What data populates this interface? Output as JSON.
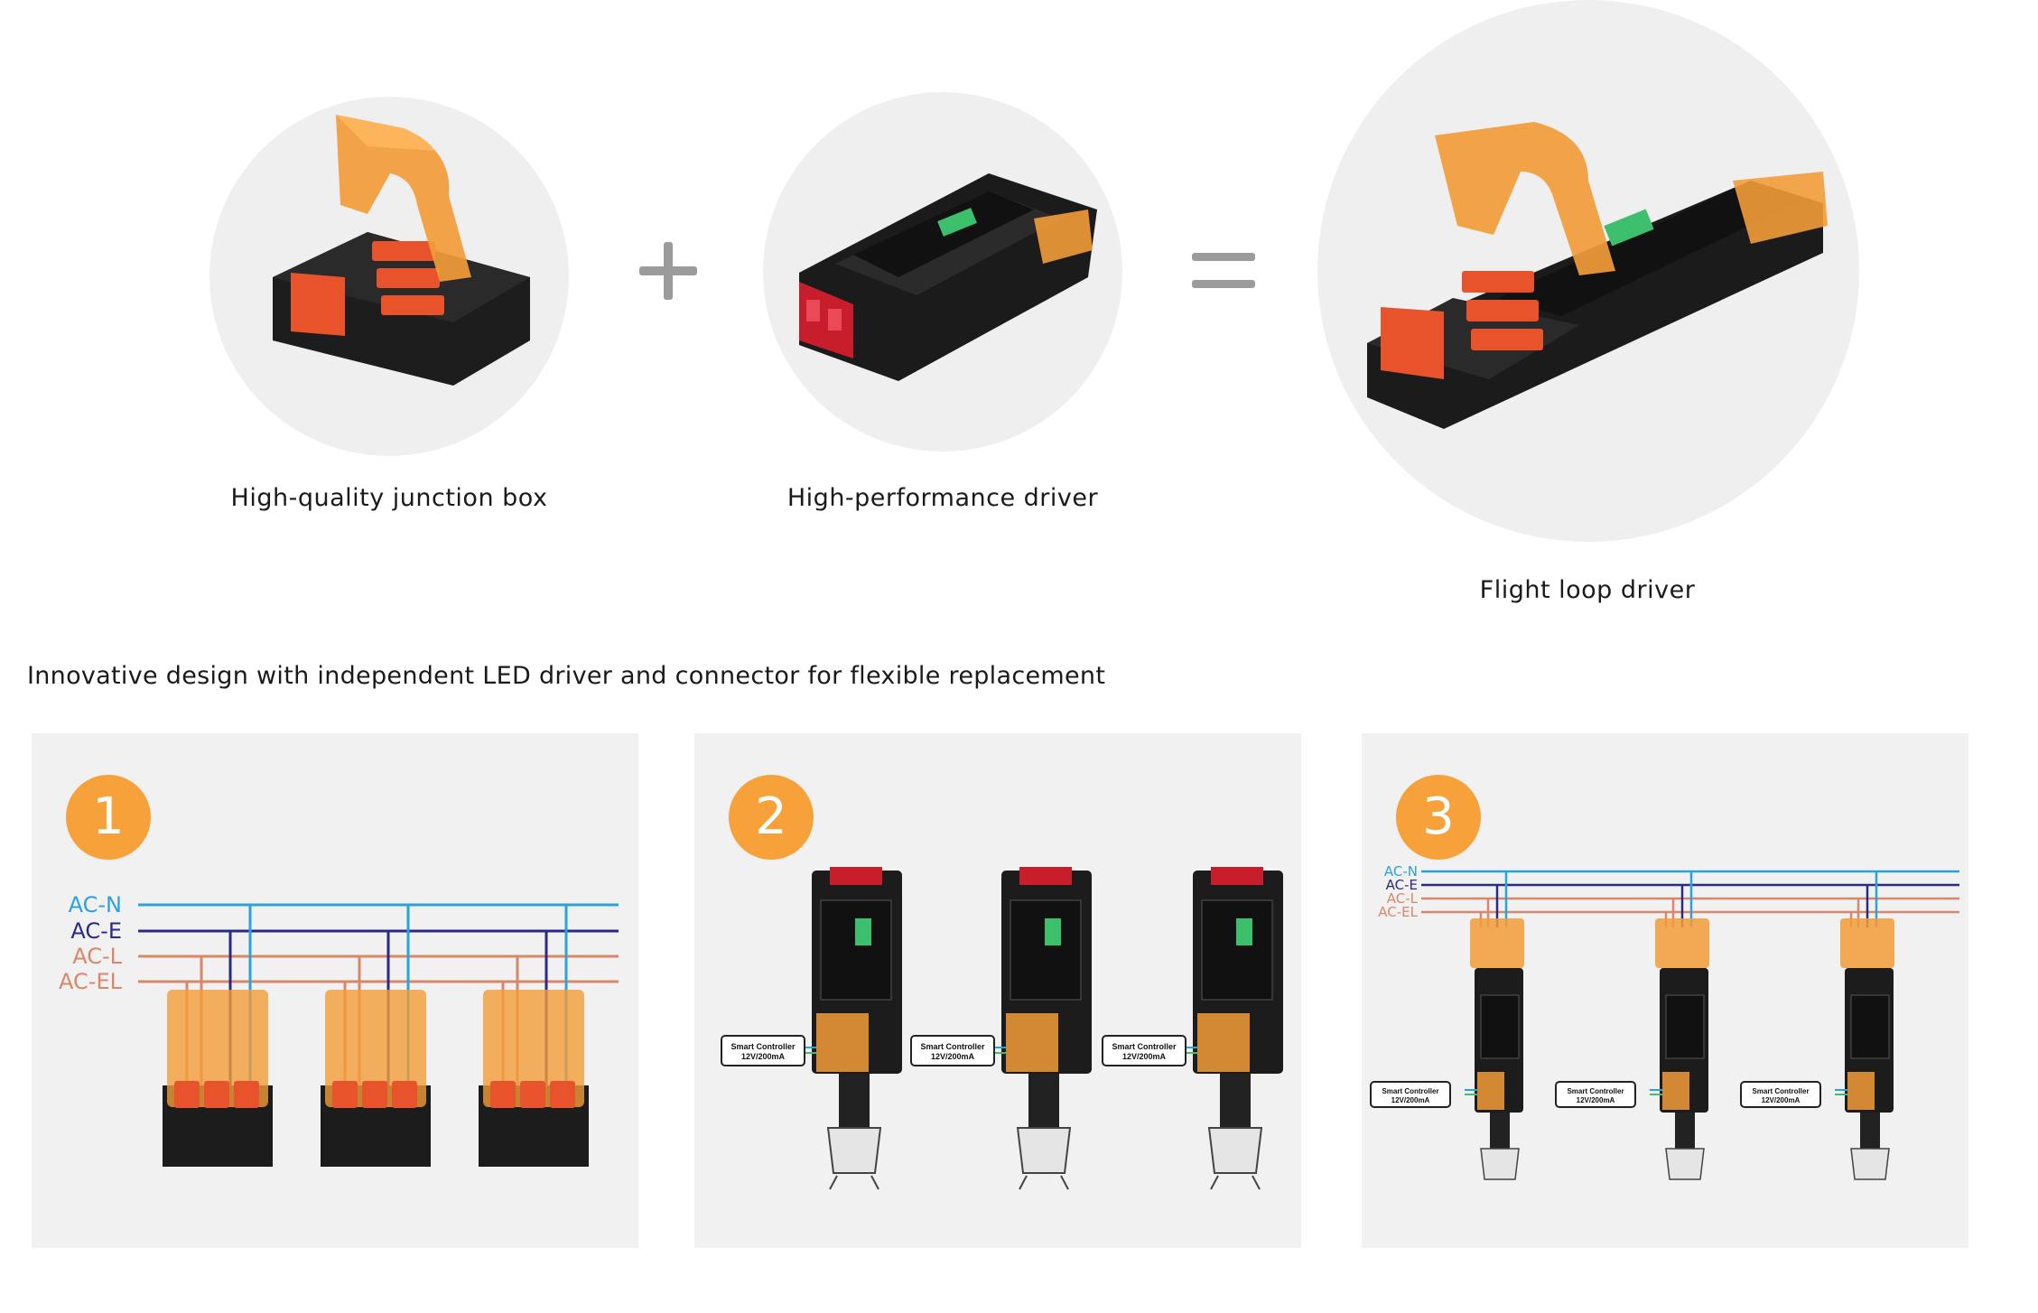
{
  "products": [
    {
      "caption": "High-quality junction box",
      "image": "junction-box"
    },
    {
      "caption": "High-performance driver",
      "image": "led-driver"
    },
    {
      "caption": "Flight loop driver",
      "image": "driver-with-junction-box"
    }
  ],
  "operators": {
    "plus": "+",
    "equals": "="
  },
  "headline": "Innovative design with independent LED driver and connector for flexible replacement",
  "panels": [
    {
      "step": "1",
      "labels": [
        "AC-N",
        "AC-E",
        "AC-L",
        "AC-EL"
      ]
    },
    {
      "step": "2",
      "controller": [
        "Smart Controller",
        "12V/200mA"
      ]
    },
    {
      "step": "3",
      "labels": [
        "AC-N",
        "AC-E",
        "AC-L",
        "AC-EL"
      ],
      "controller": [
        "Smart Controller",
        "12V/200mA"
      ]
    }
  ],
  "colors": {
    "ac_n": "#29a3dc",
    "ac_e": "#2b2a86",
    "ac_l": "#d9876a",
    "ac_el": "#d9876a",
    "badge": "#f7a13a",
    "orange_lid": "#f39c38",
    "housing": "#1c1c1c",
    "terminal": "#e8532b"
  }
}
